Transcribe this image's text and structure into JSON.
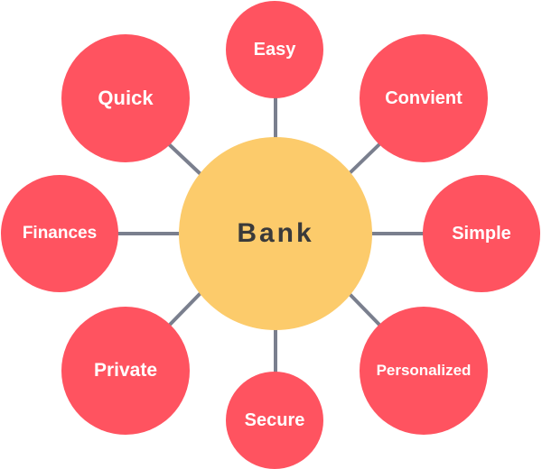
{
  "diagram": {
    "center": {
      "label": "Bank"
    },
    "spokes": [
      {
        "id": "easy",
        "label": "Easy"
      },
      {
        "id": "convient",
        "label": "Convient"
      },
      {
        "id": "simple",
        "label": "Simple"
      },
      {
        "id": "personalized",
        "label": "Personalized"
      },
      {
        "id": "secure",
        "label": "Secure"
      },
      {
        "id": "private",
        "label": "Private"
      },
      {
        "id": "finances",
        "label": "Finances"
      },
      {
        "id": "quick",
        "label": "Quick"
      }
    ]
  },
  "colors": {
    "center_fill": "#FCCB6B",
    "spoke_fill": "#FF5360",
    "connector": "#7A7F8E",
    "center_text": "#3A3A3A",
    "spoke_text": "#FFFFFF"
  }
}
